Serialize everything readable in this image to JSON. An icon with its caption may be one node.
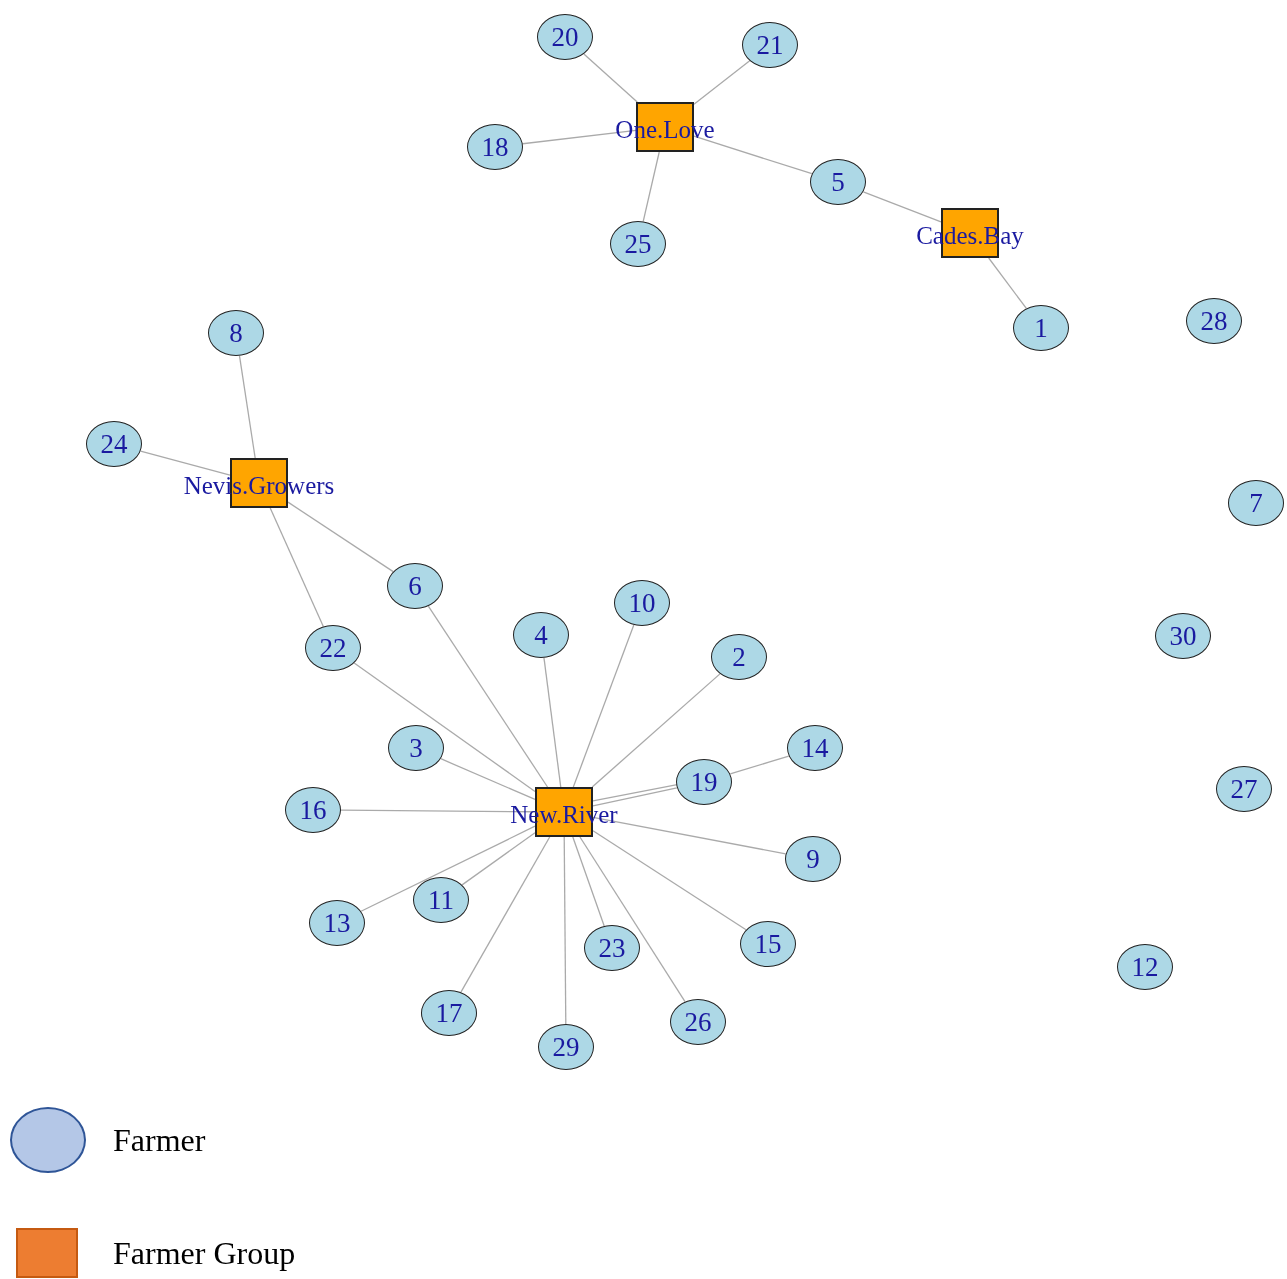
{
  "diagram": {
    "nodes": [
      {
        "text": [
          "20"
        ]
      },
      {
        "text": [
          "21"
        ]
      },
      {
        "text": [
          "One.Love"
        ]
      },
      {
        "text": [
          "18"
        ]
      },
      {
        "text": [
          "5"
        ]
      },
      {
        "text": [
          "Cades.Bay"
        ]
      },
      {
        "text": [
          "25"
        ]
      },
      {
        "text": [
          "8"
        ]
      },
      {
        "text": [
          "1"
        ]
      },
      {
        "text": [
          "28"
        ]
      },
      {
        "text": [
          "24"
        ]
      },
      {
        "text": [
          "Nevis.Growers"
        ]
      },
      {
        "text": [
          "7"
        ]
      },
      {
        "text": [
          "6"
        ]
      },
      {
        "text": [
          "10"
        ]
      },
      {
        "text": [
          "4"
        ]
      },
      {
        "text": [
          "2"
        ]
      },
      {
        "text": [
          "30"
        ]
      },
      {
        "text": [
          "22"
        ]
      },
      {
        "text": [
          "3"
        ]
      },
      {
        "text": [
          "14"
        ]
      },
      {
        "text": [
          "19"
        ]
      },
      {
        "text": [
          "16"
        ]
      },
      {
        "text": [
          "New.River"
        ]
      },
      {
        "text": [
          "27"
        ]
      },
      {
        "text": [
          "9"
        ]
      },
      {
        "text": [
          "11"
        ]
      },
      {
        "text": [
          "13"
        ]
      },
      {
        "text": [
          "15"
        ]
      },
      {
        "text": [
          "23"
        ]
      },
      {
        "text": [
          "12"
        ]
      },
      {
        "text": [
          "17"
        ]
      },
      {
        "text": [
          "26"
        ]
      },
      {
        "text": [
          "29"
        ]
      }
    ],
    "edges": [
      {
        "from": 2,
        "to": 0,
        "arrow": "none"
      },
      {
        "from": 2,
        "to": 1,
        "arrow": "none"
      },
      {
        "from": 2,
        "to": 3,
        "arrow": "none"
      },
      {
        "from": 2,
        "to": 6,
        "arrow": "none"
      },
      {
        "from": 2,
        "to": 4,
        "arrow": "none"
      },
      {
        "from": 4,
        "to": 5,
        "arrow": "none"
      },
      {
        "from": 5,
        "to": 8,
        "arrow": "none"
      },
      {
        "from": 11,
        "to": 7,
        "arrow": "none"
      },
      {
        "from": 11,
        "to": 10,
        "arrow": "none"
      },
      {
        "from": 11,
        "to": 13,
        "arrow": "none"
      },
      {
        "from": 11,
        "to": 18,
        "arrow": "none"
      },
      {
        "from": 23,
        "to": 13,
        "arrow": "none"
      },
      {
        "from": 23,
        "to": 15,
        "arrow": "none"
      },
      {
        "from": 23,
        "to": 14,
        "arrow": "none"
      },
      {
        "from": 23,
        "to": 16,
        "arrow": "none"
      },
      {
        "from": 23,
        "to": 18,
        "arrow": "none"
      },
      {
        "from": 23,
        "to": 19,
        "arrow": "none"
      },
      {
        "from": 23,
        "to": 21,
        "arrow": "none"
      },
      {
        "from": 23,
        "to": 21,
        "arrow": "none"
      },
      {
        "from": 21,
        "to": 20,
        "arrow": "none"
      },
      {
        "from": 23,
        "to": 22,
        "arrow": "none"
      },
      {
        "from": 23,
        "to": 25,
        "arrow": "none"
      },
      {
        "from": 23,
        "to": 26,
        "arrow": "none"
      },
      {
        "from": 23,
        "to": 27,
        "arrow": "none"
      },
      {
        "from": 23,
        "to": 28,
        "arrow": "none"
      },
      {
        "from": 23,
        "to": 29,
        "arrow": "none"
      },
      {
        "from": 23,
        "to": 31,
        "arrow": "none"
      },
      {
        "from": 23,
        "to": 32,
        "arrow": "none"
      },
      {
        "from": 23,
        "to": 33,
        "arrow": "none"
      }
    ],
    "legend": [
      {
        "text": "Farmer",
        "color": "#b4c7e7"
      },
      {
        "text": "Farmer Group",
        "color": "#ed7d31"
      }
    ]
  }
}
